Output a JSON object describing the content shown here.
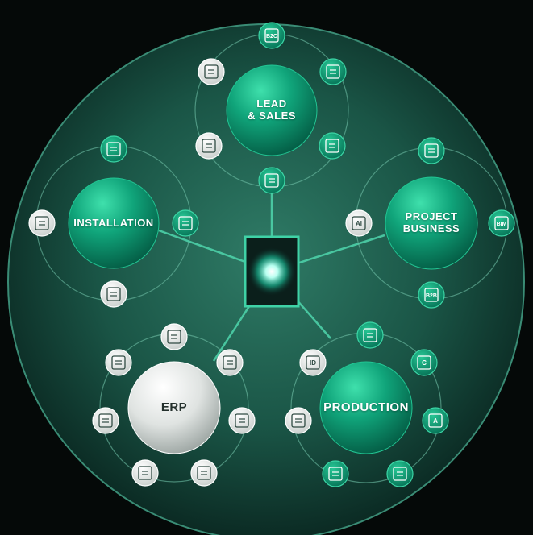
{
  "hubs": [
    {
      "id": "lead-sales",
      "label": "LEAD\n& SALES",
      "style": "green"
    },
    {
      "id": "installation",
      "label": "INSTALLATION",
      "style": "green"
    },
    {
      "id": "project-business",
      "label": "PROJECT\nBUSINESS",
      "style": "green"
    },
    {
      "id": "erp",
      "label": "ERP",
      "style": "white"
    },
    {
      "id": "production",
      "label": "PRODUCTION",
      "style": "green"
    }
  ],
  "nodes": [
    {
      "hub": "lead-sales",
      "icon": "b2c-icon",
      "text": "B2C",
      "style": "green"
    },
    {
      "hub": "lead-sales",
      "icon": "people-network-icon",
      "text": "",
      "style": "white"
    },
    {
      "hub": "lead-sales",
      "icon": "sparkle-screen-icon",
      "text": "",
      "style": "green"
    },
    {
      "hub": "lead-sales",
      "icon": "people-share-icon",
      "text": "",
      "style": "white"
    },
    {
      "hub": "lead-sales",
      "icon": "shopping-cart-icon",
      "text": "",
      "style": "green"
    },
    {
      "hub": "lead-sales",
      "icon": "chip-icon",
      "text": "",
      "style": "green"
    },
    {
      "hub": "installation",
      "icon": "door-icon",
      "text": "",
      "style": "green"
    },
    {
      "hub": "installation",
      "icon": "control-panel-icon",
      "text": "",
      "style": "white"
    },
    {
      "hub": "installation",
      "icon": "keypad-icon",
      "text": "",
      "style": "green"
    },
    {
      "hub": "installation",
      "icon": "buildings-icon",
      "text": "",
      "style": "white"
    },
    {
      "hub": "project-business",
      "icon": "checklist-icon",
      "text": "",
      "style": "green"
    },
    {
      "hub": "project-business",
      "icon": "ai-house-icon",
      "text": "AI",
      "style": "white"
    },
    {
      "hub": "project-business",
      "icon": "bim-icon",
      "text": "BIM",
      "style": "green"
    },
    {
      "hub": "project-business",
      "icon": "b2b-icon",
      "text": "B2B",
      "style": "green"
    },
    {
      "hub": "erp",
      "icon": "team-icon",
      "text": "",
      "style": "white"
    },
    {
      "hub": "erp",
      "icon": "gantt-icon",
      "text": "",
      "style": "white"
    },
    {
      "hub": "erp",
      "icon": "stopwatch-icon",
      "text": "",
      "style": "white"
    },
    {
      "hub": "erp",
      "icon": "folder-icon",
      "text": "",
      "style": "white"
    },
    {
      "hub": "erp",
      "icon": "coins-icon",
      "text": "",
      "style": "white"
    },
    {
      "hub": "erp",
      "icon": "conveyor-icon",
      "text": "",
      "style": "white"
    },
    {
      "hub": "erp",
      "icon": "package-icon",
      "text": "",
      "style": "white"
    },
    {
      "hub": "production",
      "icon": "robot-arm-icon",
      "text": "",
      "style": "green"
    },
    {
      "hub": "production",
      "icon": "factory-id-icon",
      "text": "ID",
      "style": "white"
    },
    {
      "hub": "production",
      "icon": "robot-c-icon",
      "text": "C",
      "style": "green"
    },
    {
      "hub": "production",
      "icon": "door-icon",
      "text": "",
      "style": "white"
    },
    {
      "hub": "production",
      "icon": "robot-a-icon",
      "text": "A",
      "style": "green"
    },
    {
      "hub": "production",
      "icon": "shopping-cart-icon",
      "text": "",
      "style": "green"
    },
    {
      "hub": "production",
      "icon": "keypad-grid-icon",
      "text": "",
      "style": "green"
    }
  ],
  "center": {
    "icon": "glowing-core-icon"
  },
  "colors": {
    "background": "#050908",
    "sphere": "#1d5a4a",
    "green": "#0f9a72",
    "white": "#f2f4f3",
    "line": "#4fd6ad"
  }
}
